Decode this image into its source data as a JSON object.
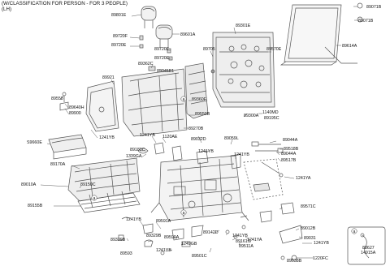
{
  "header": {
    "line1": "(W/CLASSIFICATION FOR PERSON - FOR 3 PEOPLE)",
    "line2": "(LH)"
  },
  "labels": [
    {
      "text": "89801E"
    },
    {
      "text": "89720F"
    },
    {
      "text": "89720E"
    },
    {
      "text": "89601A"
    },
    {
      "text": "89720F"
    },
    {
      "text": "89720E"
    },
    {
      "text": "89362C"
    },
    {
      "text": "89345B1"
    },
    {
      "text": "89301E"
    },
    {
      "text": "89705"
    },
    {
      "text": "89570E"
    },
    {
      "text": "89071B"
    },
    {
      "text": "89071B"
    },
    {
      "text": "89614A"
    },
    {
      "text": "89921"
    },
    {
      "text": "89558"
    },
    {
      "text": "89640H"
    },
    {
      "text": "89900"
    },
    {
      "text": "1241YB"
    },
    {
      "text": "S9660E"
    },
    {
      "text": "89360F"
    },
    {
      "text": "89550B"
    },
    {
      "text": "89300A"
    },
    {
      "text": "1140MD"
    },
    {
      "text": "89195C"
    },
    {
      "text": "89270B"
    },
    {
      "text": "1241YB"
    },
    {
      "text": "1120AE"
    },
    {
      "text": "89183C"
    },
    {
      "text": "1339GA"
    },
    {
      "text": "89032D"
    },
    {
      "text": "1241YB"
    },
    {
      "text": "89059L"
    },
    {
      "text": "1241YB"
    },
    {
      "text": "89044A"
    },
    {
      "text": "89518B"
    },
    {
      "text": "89044A"
    },
    {
      "text": "89517B"
    },
    {
      "text": "1241YA"
    },
    {
      "text": "89170A"
    },
    {
      "text": "89010A"
    },
    {
      "text": "89150C"
    },
    {
      "text": "89155B"
    },
    {
      "text": "89571C"
    },
    {
      "text": "1241YB"
    },
    {
      "text": "89329B"
    },
    {
      "text": "89591A"
    },
    {
      "text": "89329B"
    },
    {
      "text": "89590A"
    },
    {
      "text": "1249GB"
    },
    {
      "text": "1241YB"
    },
    {
      "text": "89593"
    },
    {
      "text": "89142D"
    },
    {
      "text": "1241YB"
    },
    {
      "text": "89161G"
    },
    {
      "text": "89511A"
    },
    {
      "text": "89501C"
    },
    {
      "text": "1241YA"
    },
    {
      "text": "89012B"
    },
    {
      "text": "89031"
    },
    {
      "text": "1241YB"
    },
    {
      "text": "89038B"
    },
    {
      "text": "1220FC"
    },
    {
      "text": "88627"
    },
    {
      "text": "14915A"
    }
  ],
  "callouts": {
    "a1": "a",
    "a2": "a",
    "a3": "a",
    "a4": "a"
  }
}
